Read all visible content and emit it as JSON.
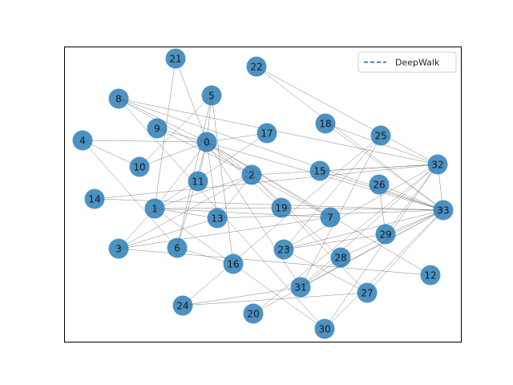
{
  "legend": {
    "label": "DeepWalk",
    "line_color": "#1f77b4",
    "line_style": "dashed"
  },
  "colors": {
    "node_fill": "#1f77b4",
    "node_opacity": 0.8,
    "edge": "#6f6f6f",
    "frame": "#000000"
  },
  "chart_data": {
    "type": "network",
    "grid": false,
    "nodes": [
      "0",
      "1",
      "2",
      "3",
      "4",
      "5",
      "6",
      "7",
      "8",
      "9",
      "10",
      "11",
      "12",
      "13",
      "14",
      "15",
      "16",
      "17",
      "18",
      "19",
      "20",
      "21",
      "22",
      "23",
      "24",
      "25",
      "26",
      "27",
      "28",
      "29",
      "30",
      "31",
      "32",
      "33"
    ],
    "edges": [
      [
        "0",
        "1"
      ],
      [
        "0",
        "2"
      ],
      [
        "0",
        "4"
      ],
      [
        "0",
        "5"
      ],
      [
        "0",
        "6"
      ],
      [
        "0",
        "7"
      ],
      [
        "0",
        "8"
      ],
      [
        "0",
        "10"
      ],
      [
        "0",
        "11"
      ],
      [
        "0",
        "12"
      ],
      [
        "0",
        "13"
      ],
      [
        "0",
        "17"
      ],
      [
        "0",
        "19"
      ],
      [
        "0",
        "21"
      ],
      [
        "0",
        "31"
      ],
      [
        "1",
        "2"
      ],
      [
        "1",
        "3"
      ],
      [
        "1",
        "7"
      ],
      [
        "1",
        "13"
      ],
      [
        "1",
        "17"
      ],
      [
        "1",
        "19"
      ],
      [
        "1",
        "21"
      ],
      [
        "1",
        "30"
      ],
      [
        "2",
        "3"
      ],
      [
        "2",
        "7"
      ],
      [
        "2",
        "8"
      ],
      [
        "2",
        "9"
      ],
      [
        "2",
        "13"
      ],
      [
        "2",
        "27"
      ],
      [
        "2",
        "28"
      ],
      [
        "2",
        "32"
      ],
      [
        "3",
        "7"
      ],
      [
        "3",
        "12"
      ],
      [
        "3",
        "13"
      ],
      [
        "4",
        "6"
      ],
      [
        "4",
        "10"
      ],
      [
        "5",
        "6"
      ],
      [
        "5",
        "10"
      ],
      [
        "5",
        "16"
      ],
      [
        "6",
        "16"
      ],
      [
        "8",
        "30"
      ],
      [
        "8",
        "32"
      ],
      [
        "8",
        "33"
      ],
      [
        "9",
        "33"
      ],
      [
        "13",
        "33"
      ],
      [
        "14",
        "32"
      ],
      [
        "14",
        "33"
      ],
      [
        "15",
        "32"
      ],
      [
        "15",
        "33"
      ],
      [
        "18",
        "32"
      ],
      [
        "18",
        "33"
      ],
      [
        "19",
        "33"
      ],
      [
        "20",
        "32"
      ],
      [
        "20",
        "33"
      ],
      [
        "22",
        "32"
      ],
      [
        "22",
        "33"
      ],
      [
        "23",
        "25"
      ],
      [
        "23",
        "27"
      ],
      [
        "23",
        "29"
      ],
      [
        "23",
        "32"
      ],
      [
        "23",
        "33"
      ],
      [
        "24",
        "25"
      ],
      [
        "24",
        "27"
      ],
      [
        "24",
        "31"
      ],
      [
        "25",
        "31"
      ],
      [
        "26",
        "29"
      ],
      [
        "26",
        "33"
      ],
      [
        "27",
        "33"
      ],
      [
        "28",
        "31"
      ],
      [
        "28",
        "33"
      ],
      [
        "29",
        "32"
      ],
      [
        "29",
        "33"
      ],
      [
        "30",
        "32"
      ],
      [
        "30",
        "33"
      ],
      [
        "31",
        "32"
      ],
      [
        "31",
        "33"
      ],
      [
        "32",
        "33"
      ]
    ]
  }
}
